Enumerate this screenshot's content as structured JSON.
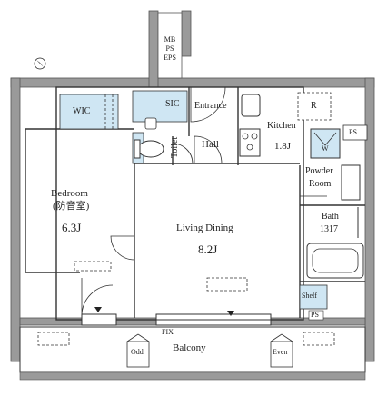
{
  "labels": {
    "mb_ps_eps": [
      "MB",
      "PS",
      "EPS"
    ],
    "wic": "WIC",
    "sic": "SIC",
    "entrance": "Entrance",
    "toilet": "Toilet",
    "hall": "Hall",
    "kitchen": "Kitchen",
    "kitchen_size": "1.8J",
    "r_mark": "R",
    "w_mark": "W",
    "ps": "PS",
    "powder_room": [
      "Powder",
      "Room"
    ],
    "bedroom": "Bedroom",
    "bedroom_sub": "(防音室)",
    "bedroom_size": "6.3J",
    "living_dining": "Living Dining",
    "living_dining_size": "8.2J",
    "bath": "Bath",
    "bath_size": "1317",
    "shelf": "Shelf",
    "ps_small": "PS",
    "fix": "FIX",
    "balcony": "Balcony",
    "odd_mark": "Odd",
    "even_mark": "Even"
  },
  "colors": {
    "wall": "#9a9a9a",
    "wall_dark": "#6e6e6e",
    "storage_fill": "#cfe6f3",
    "line": "#333333"
  },
  "icons": [
    "north-arrow-icon",
    "door-swing-icon",
    "toilet-icon",
    "sink-icon",
    "stove-icon",
    "washer-icon",
    "bathtub-icon",
    "window-arrow-icon"
  ]
}
